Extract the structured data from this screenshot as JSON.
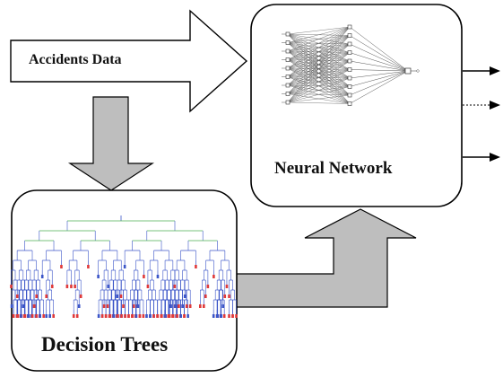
{
  "diagram": {
    "input_label": "Accidents Data",
    "neural_network_label": "Neural Network",
    "decision_trees_label": "Decision Trees",
    "output_arrows": [
      "solid",
      "dotted",
      "solid"
    ],
    "colors": {
      "flow_arrow_fill": "#bebebe",
      "input_arrow_fill": "#ffffff",
      "outline": "#000000",
      "tree_blue": "#3b55c8",
      "tree_red": "#e03a3a",
      "tree_green": "#4caf50"
    }
  }
}
